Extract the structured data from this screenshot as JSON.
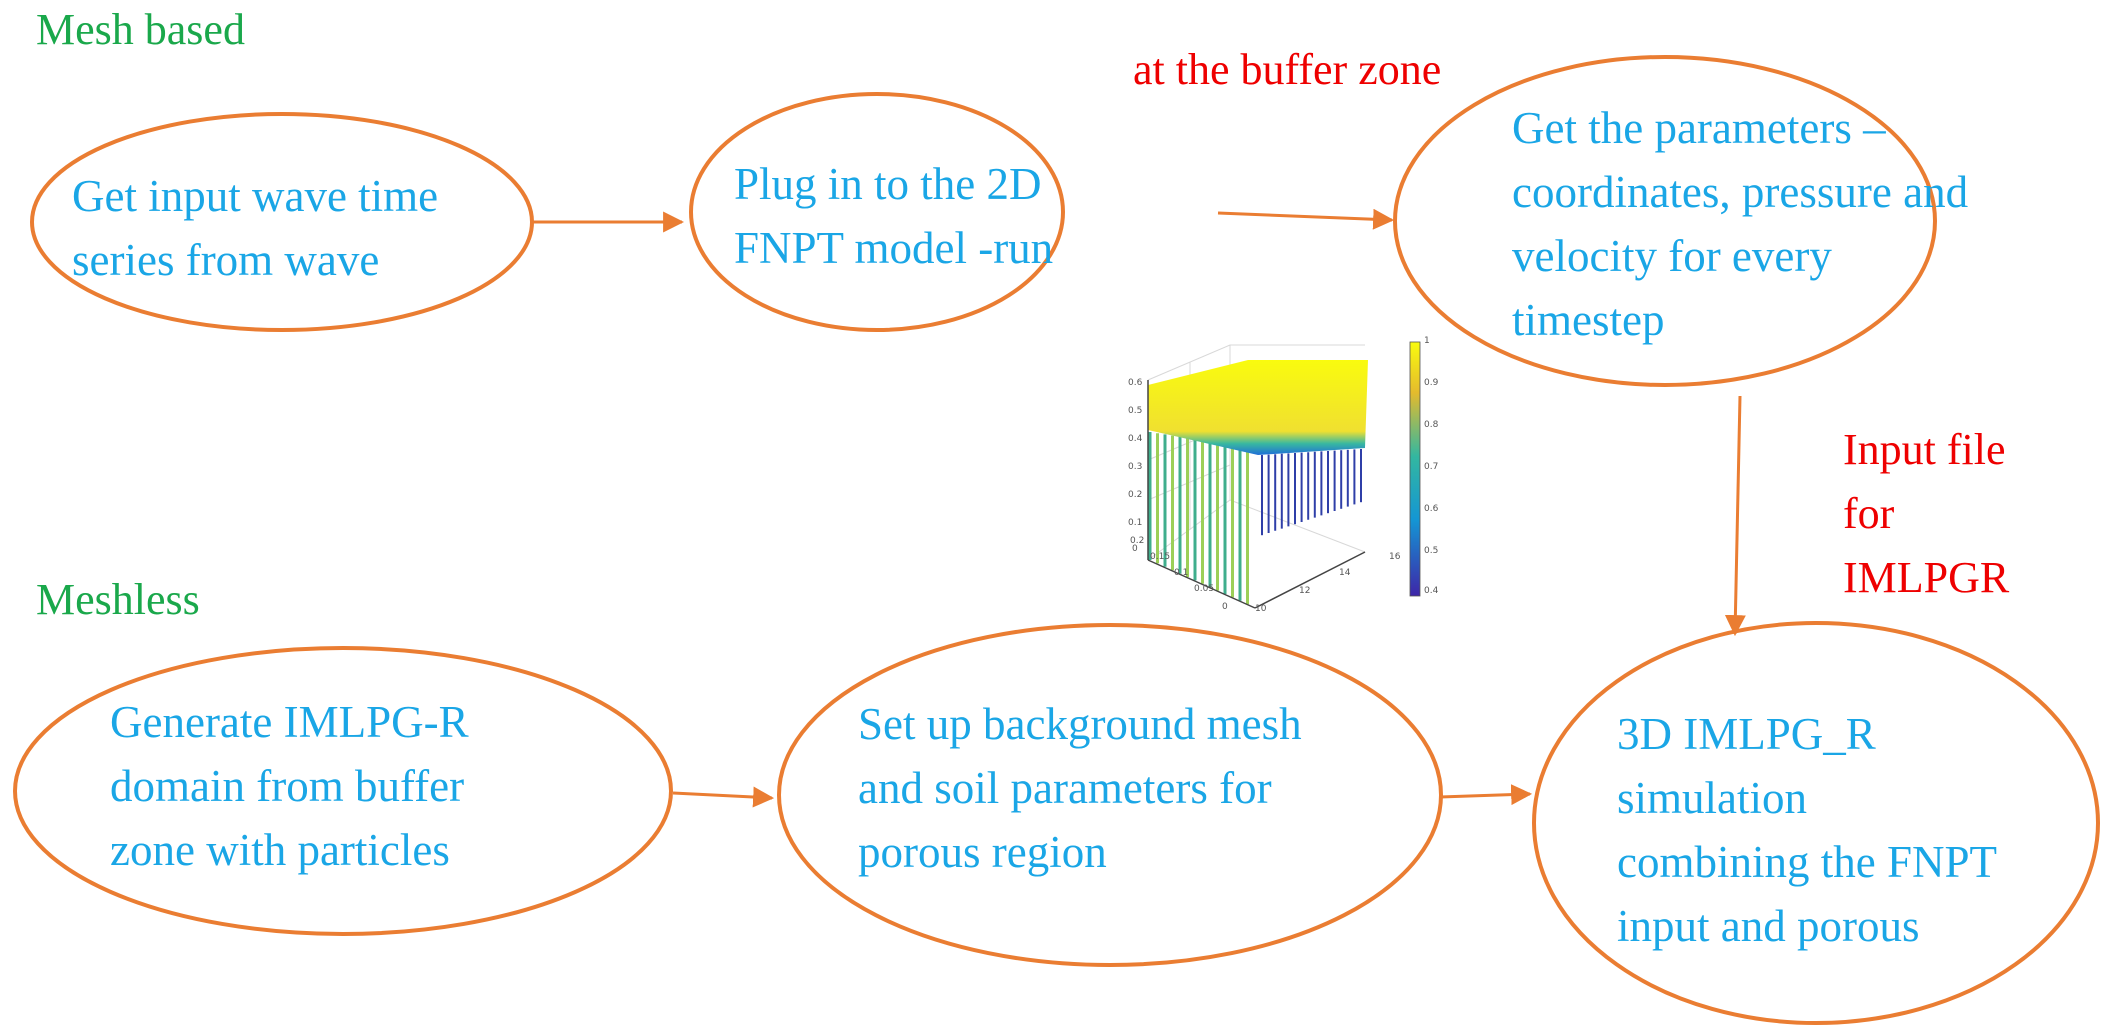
{
  "sections": {
    "mesh_based": "Mesh based",
    "meshless": "Meshless"
  },
  "notes": {
    "buffer_zone": "at the buffer zone",
    "input_file": [
      "Input file",
      "for",
      "IMLPGR"
    ]
  },
  "nodes": {
    "get_input": [
      "Get input wave time",
      "series from wave"
    ],
    "plug_in": [
      "Plug in to the 2D",
      "FNPT model -run"
    ],
    "get_params": [
      "Get the parameters –",
      "coordinates, pressure and",
      "velocity for every",
      "timestep"
    ],
    "generate": [
      "Generate IMLPG-R",
      "domain from buffer",
      "zone with particles"
    ],
    "setup": [
      "Set up background mesh",
      "and soil parameters for",
      "porous region"
    ],
    "simulation": [
      "3D IMLPG_R",
      "simulation",
      "combining the FNPT",
      "input and porous"
    ]
  },
  "inset_plot": {
    "y_ticks": [
      "0.6",
      "0.5",
      "0.4",
      "0.3",
      "0.2",
      "0.1",
      "0"
    ],
    "depth_ticks": [
      "0.2",
      "0.15",
      "0.1",
      "0.05",
      "0"
    ],
    "x_ticks": [
      "10",
      "12",
      "14",
      "16"
    ],
    "colorbar_ticks": [
      "1",
      "0.9",
      "0.8",
      "0.7",
      "0.6",
      "0.5",
      "0.4"
    ]
  },
  "colors": {
    "ellipse_stroke": "#ea7d32",
    "node_text": "#1aa6e6",
    "section_label": "#1aa84b",
    "note": "#ee0000"
  }
}
